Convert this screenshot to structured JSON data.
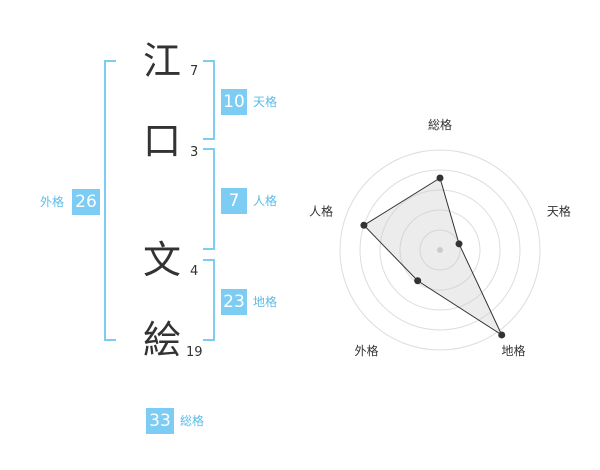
{
  "name": {
    "chars": [
      {
        "char": "江",
        "strokes": "7"
      },
      {
        "char": "口",
        "strokes": "3"
      },
      {
        "char": "文",
        "strokes": "4"
      },
      {
        "char": "絵",
        "strokes": "19"
      }
    ]
  },
  "fortunes": {
    "tenkaku": {
      "label": "天格",
      "value": "10"
    },
    "jinkaku": {
      "label": "人格",
      "value": "7"
    },
    "chikaku": {
      "label": "地格",
      "value": "23"
    },
    "gaikaku": {
      "label": "外格",
      "value": "26"
    },
    "soukaku": {
      "label": "総格",
      "value": "33"
    }
  },
  "colors": {
    "accent": "#7dccf3",
    "accent_text": "#5bbce8",
    "text": "#333333"
  },
  "chart_data": {
    "type": "radar",
    "axes": [
      "総格",
      "天格",
      "地格",
      "外格",
      "人格"
    ],
    "values": [
      0.72,
      0.2,
      1.05,
      0.38,
      0.8
    ],
    "rings": 5
  }
}
